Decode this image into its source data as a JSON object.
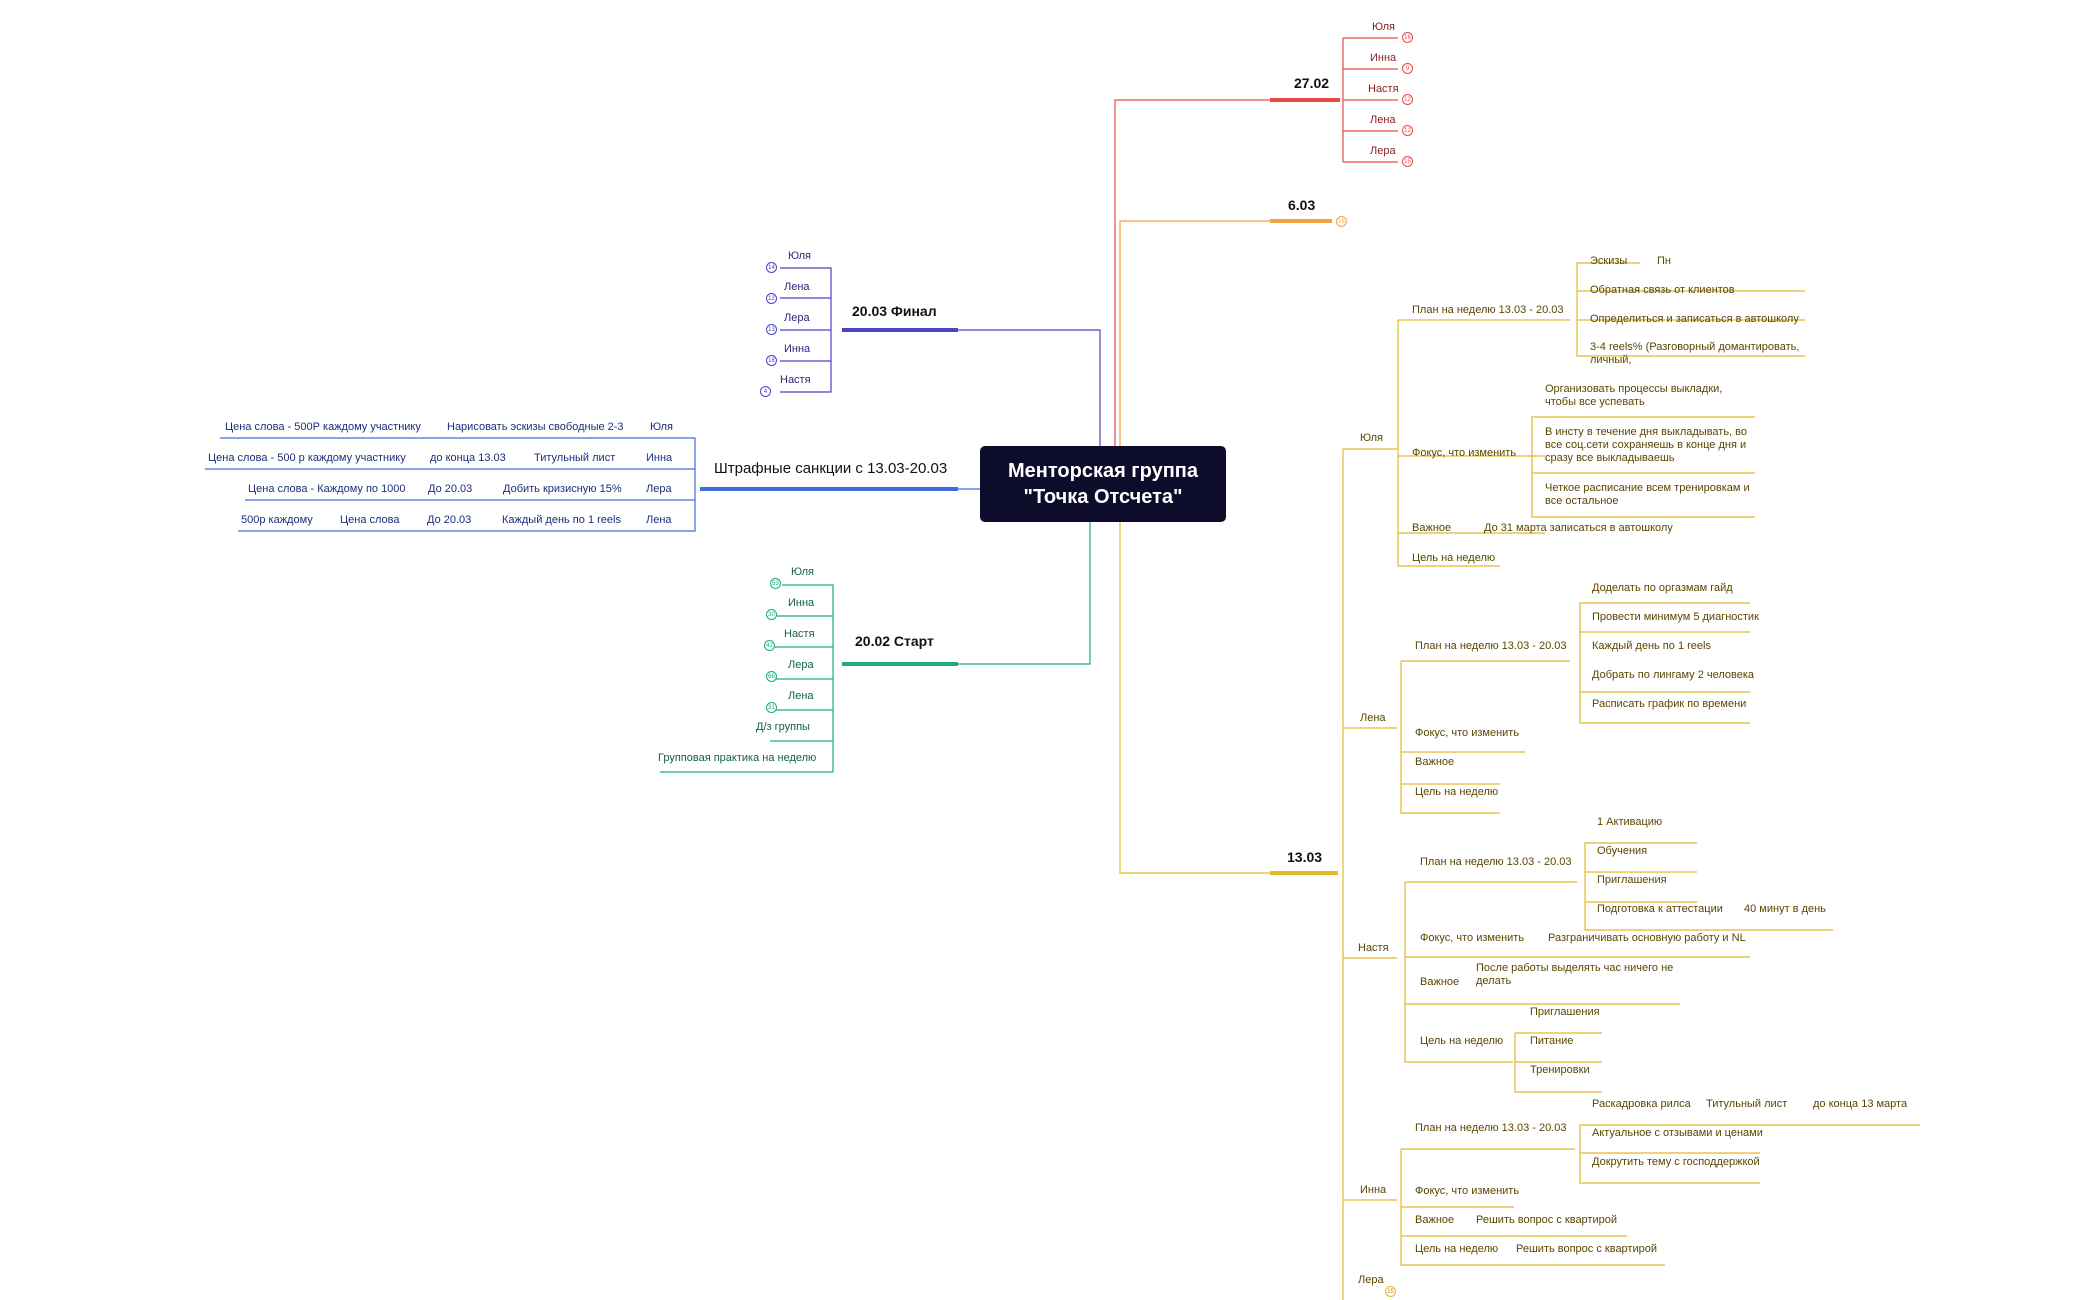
{
  "root": {
    "line1": "Менторская группа",
    "line2": "\"Точка Отсчета\""
  },
  "colors": {
    "red": "#e94949",
    "orange": "#f3a044",
    "yellow": "#e3b92c",
    "yellow_text": "#5a4600",
    "purple": "#4a45c4",
    "blue": "#3d6ddc",
    "blue_text": "#1c2e7a",
    "green": "#1cab83",
    "green_text": "#136049",
    "root_bg": "#0e0c2b"
  },
  "branches": {
    "b2702": {
      "title": "27.02",
      "items": [
        {
          "label": "Юля",
          "badge": "16"
        },
        {
          "label": "Инна",
          "badge": "9"
        },
        {
          "label": "Настя",
          "badge": "12"
        },
        {
          "label": "Лена",
          "badge": "12"
        },
        {
          "label": "Лера",
          "badge": "15"
        }
      ]
    },
    "b0603": {
      "title": "6.03",
      "badge": "16"
    },
    "b2003": {
      "title": "20.03 Финал",
      "items": [
        {
          "label": "Юля",
          "badge": "14"
        },
        {
          "label": "Лена",
          "badge": "12"
        },
        {
          "label": "Лера",
          "badge": "13"
        },
        {
          "label": "Инна",
          "badge": "18"
        },
        {
          "label": "Настя",
          "badge": "4"
        }
      ]
    },
    "penalties": {
      "title": "Штрафные санкции с 13.03-20.03",
      "rows": [
        {
          "name": "Юля",
          "task": "Нарисовать эскизы свободные 2-3",
          "price": "Цена слова - 500Р каждому участнику"
        },
        {
          "name": "Инна",
          "task": "Титульный лист",
          "deadline": "до конца 13.03",
          "price": "Цена слова - 500 р каждому участнику"
        },
        {
          "name": "Лера",
          "task": "Добить кризисную 15%",
          "deadline": "До 20.03",
          "price": "Цена слова - Каждому по 1000"
        },
        {
          "name": "Лена",
          "task": "Каждый день по 1 reels",
          "deadline": "До 20.03",
          "price": "Цена слова",
          "extra": "500р каждому"
        }
      ]
    },
    "b2002": {
      "title": "20.02 Старт",
      "items": [
        {
          "label": "Юля",
          "badge": "53"
        },
        {
          "label": "Инна",
          "badge": "30"
        },
        {
          "label": "Настя",
          "badge": "42"
        },
        {
          "label": "Лера",
          "badge": "66"
        },
        {
          "label": "Лена",
          "badge": "31"
        }
      ],
      "group_hw": "Д/з группы",
      "group_practice": "Групповая практика на неделю"
    },
    "b1303": {
      "title": "13.03",
      "yulia": {
        "name": "Юля",
        "plan": "План на неделю 13.03 - 20.03",
        "plan_items": [
          "Эскизы",
          "Обратная связь от клиентов",
          "Определиться и записаться в автошколу",
          "3-4 reels% (Разговорный домантировать, личный,"
        ],
        "plan_day": "Пн",
        "focus": "Фокус, что изменить",
        "focus_items": [
          "Организовать процессы выкладки, чтобы все успевать",
          "В инсту в течение дня выкладывать, во все соц.сети сохраняешь в конце дня и сразу все выкладываешь",
          "Четкое расписание всем тренировкам и все остальное"
        ],
        "important": "Важное",
        "important_text": "До 31 марта записаться в автошколу",
        "goal": "Цель на неделю"
      },
      "lena": {
        "name": "Лена",
        "plan": "План на неделю 13.03 - 20.03",
        "plan_items": [
          "Доделать по оргазмам гайд",
          "Провести минимум 5 диагностик",
          "Каждый день по 1 reels",
          "Добрать по лингаму 2 человека",
          "Расписать график по времени"
        ],
        "focus": "Фокус, что изменить",
        "important": "Важное",
        "goal": "Цель на неделю"
      },
      "nastya": {
        "name": "Настя",
        "plan": "План на неделю 13.03 - 20.03",
        "plan_items": [
          "1 Активацию",
          "Обучения",
          "Приглашения",
          "Подготовка к аттестации"
        ],
        "plan_extra": "40 минут в день",
        "focus": "Фокус, что изменить",
        "focus_text": "Разграничивать основную работу и NL",
        "important": "Важное",
        "important_text": "После работы выделять час ничего не делать",
        "goal": "Цель на неделю",
        "goal_items": [
          "Приглашения",
          "Питание",
          "Тренировки"
        ]
      },
      "inna": {
        "name": "Инна",
        "plan": "План на неделю 13.03 - 20.03",
        "plan_items": [
          "Раскадровка рилса",
          "Актуальное с отзывами и ценами",
          "Докрутить тему с господдержкой"
        ],
        "plan_sub1": "Титульный лист",
        "plan_sub2": "до конца 13 марта",
        "focus": "Фокус, что изменить",
        "important": "Важное",
        "important_text": "Решить вопрос с квартирой",
        "goal": "Цель на неделю",
        "goal_text": "Решить вопрос с квартирой"
      },
      "lera": {
        "name": "Лера",
        "badge": "15"
      }
    }
  }
}
